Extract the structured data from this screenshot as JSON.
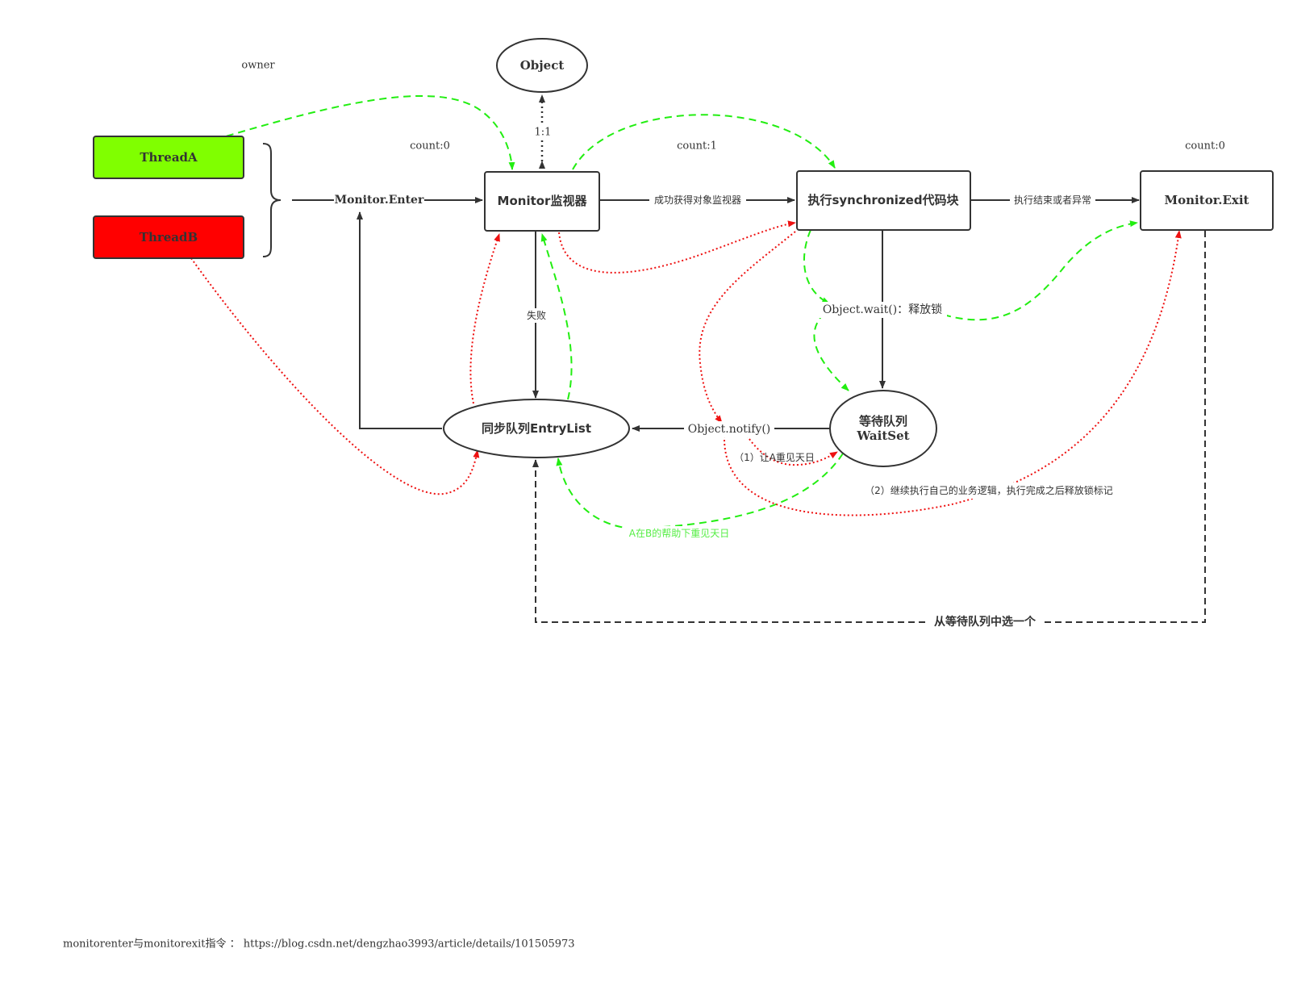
{
  "colors": {
    "thread_a_fill": "#80ff00",
    "thread_b_fill": "#ff0000",
    "green_flow": "#22ee11",
    "red_flow": "#ee1111",
    "stroke": "#333333"
  },
  "nodes": {
    "object": "Object",
    "thread_a": "ThreadA",
    "thread_b": "ThreadB",
    "monitor_enter": "Monitor.Enter",
    "monitor": "Monitor监视器",
    "sync_block": "执行synchronized代码块",
    "monitor_exit": "Monitor.Exit",
    "entry_list": "同步队列EntryList",
    "wait_set_line1": "等待队列",
    "wait_set_line2": "WaitSet"
  },
  "labels": {
    "owner": "owner",
    "count_0_left": "count:0",
    "count_1": "count:1",
    "count_0_right": "count:0",
    "one_to_one": "1:1",
    "success": "成功获得对象监视器",
    "finish": "执行结束或者异常",
    "fail": "失败",
    "object_wait": "Object.wait()：释放锁",
    "object_notify": "Object.notify()",
    "step1": "（1）让A重见天日",
    "step2": "（2）继续执行自己的业务逻辑，执行完成之后释放锁标记",
    "a_revived": "A在B的帮助下重见天日",
    "pick_one": "从等待队列中选一个"
  },
  "footer": {
    "text": "monitorenter与monitorexit指令 ： https://blog.csdn.net/dengzhao3993/article/details/101505973"
  }
}
